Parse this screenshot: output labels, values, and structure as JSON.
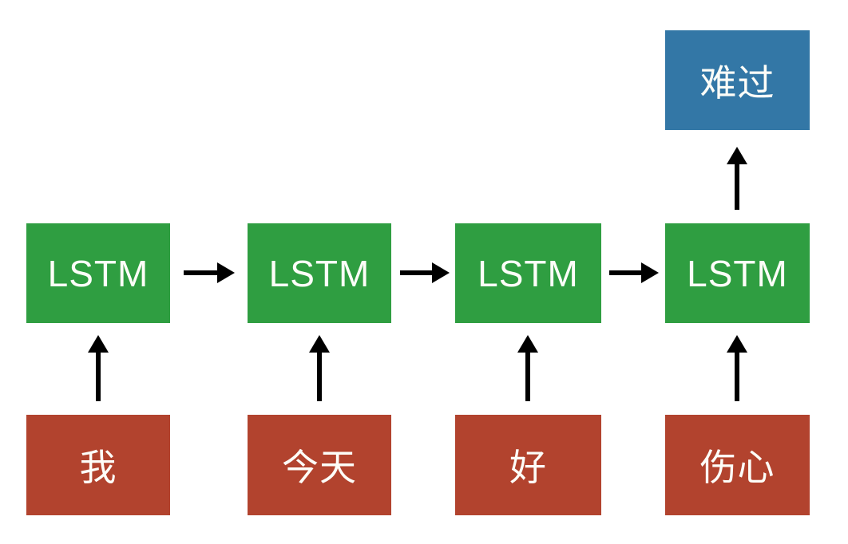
{
  "diagram": {
    "type": "lstm-sequence-model",
    "background": "#ffffff",
    "colors": {
      "input_box": "#b2432e",
      "lstm_box": "#2f9e41",
      "output_box": "#3377a6",
      "arrow": "#000000",
      "box_text": "#fdfdf8"
    },
    "inputs": [
      {
        "label": "我"
      },
      {
        "label": "今天"
      },
      {
        "label": "好"
      },
      {
        "label": "伤心"
      }
    ],
    "cells": [
      {
        "label": "LSTM"
      },
      {
        "label": "LSTM"
      },
      {
        "label": "LSTM"
      },
      {
        "label": "LSTM"
      }
    ],
    "output": {
      "label": "难过"
    }
  }
}
